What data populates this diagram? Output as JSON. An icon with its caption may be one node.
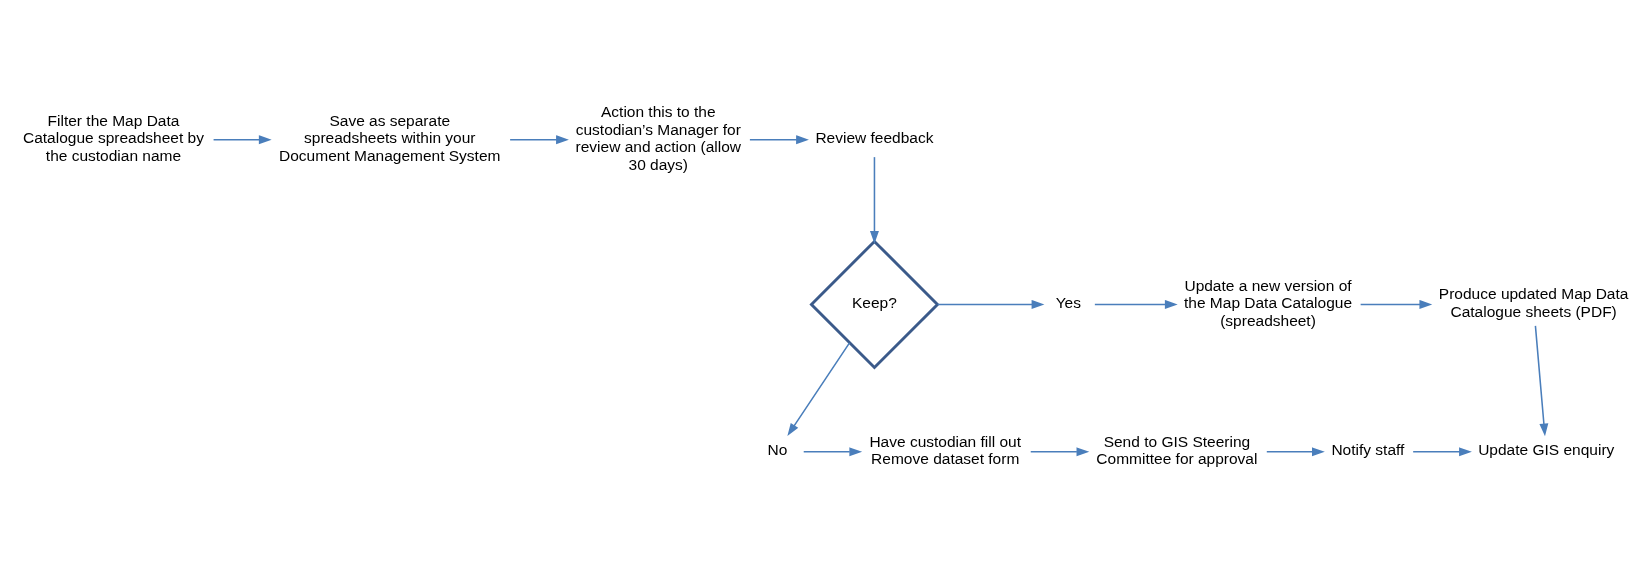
{
  "diagram": {
    "nodes": [
      {
        "text": [
          "Filter the Map Data Catalogue spreadsheet by the custodian name"
        ]
      },
      {
        "text": [
          "Save as separate spreadsheets within your Document Management System"
        ]
      },
      {
        "text": [
          "Action this to the custodian’s Manager for review and action (allow 30 days)"
        ]
      },
      {
        "text": [
          "Review feedback"
        ]
      },
      {
        "text": [
          "Keep?"
        ]
      },
      {
        "text": [
          "Yes"
        ]
      },
      {
        "text": [
          "Update a new version of the Map Data Catalogue (spreadsheet)"
        ]
      },
      {
        "text": [
          "Produce updated Map Data Catalogue sheets (PDF)"
        ]
      },
      {
        "text": [
          "No"
        ]
      },
      {
        "text": [
          "Have custodian fill out Remove dataset form"
        ]
      },
      {
        "text": [
          "Send to GIS Steering Committee for approval"
        ]
      },
      {
        "text": [
          "Notify staff"
        ]
      },
      {
        "text": [
          "Update GIS enquiry"
        ]
      }
    ],
    "edges": [
      {
        "from": 0,
        "to": 1,
        "arrow": "to"
      },
      {
        "from": 1,
        "to": 2,
        "arrow": "to"
      },
      {
        "from": 2,
        "to": 3,
        "arrow": "to"
      },
      {
        "from": 3,
        "to": 4,
        "arrow": "to"
      },
      {
        "from": 4,
        "to": 5,
        "arrow": "to"
      },
      {
        "from": 5,
        "to": 6,
        "arrow": "to"
      },
      {
        "from": 6,
        "to": 7,
        "arrow": "to"
      },
      {
        "from": 7,
        "to": 12,
        "arrow": "to"
      },
      {
        "from": 4,
        "to": 8,
        "arrow": "to"
      },
      {
        "from": 8,
        "to": 9,
        "arrow": "to"
      },
      {
        "from": 9,
        "to": 10,
        "arrow": "to"
      },
      {
        "from": 10,
        "to": 11,
        "arrow": "to"
      },
      {
        "from": 11,
        "to": 12,
        "arrow": "to"
      }
    ]
  }
}
